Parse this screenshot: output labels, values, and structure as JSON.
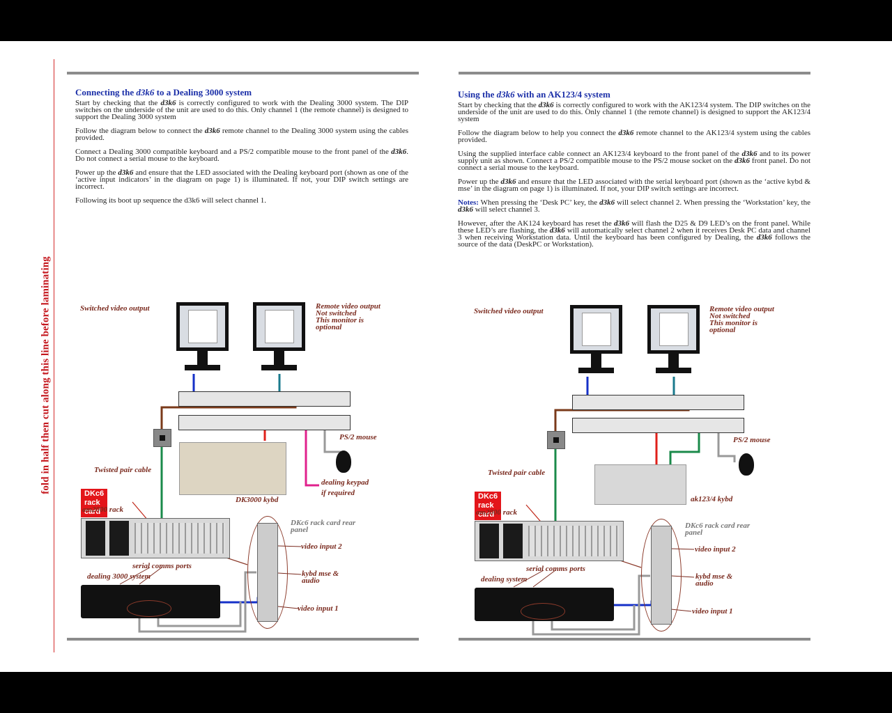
{
  "fold_instruction": "fold in half then cut along this line before laminating",
  "left": {
    "title_prefix": "Connecting the ",
    "title_em": "d3k6",
    "title_suffix": " to a Dealing 3000 system",
    "paragraphs": [
      [
        "Start by checking that the ",
        "d3k6",
        " is correctly configured to work with the Dealing 3000 system. The DIP switches on the underside of the unit are used to do this.  Only channel 1 (the remote channel) is designed to support the Dealing 3000 system"
      ],
      [
        "Follow the diagram below to connect the ",
        "d3k6",
        " remote channel to the Dealing 3000 system using the cables provided."
      ],
      [
        "Connect a Dealing 3000 compatible keyboard and a PS/2 compatible mouse to the front panel of the ",
        "d3k6",
        ". Do not connect a serial mouse to the keyboard."
      ],
      [
        "Power up the ",
        "d3k6",
        " and ensure that the LED associated with the Dealing keyboard port (shown as one of the ‘active input indicators’ in the diagram on page 1) is illuminated. If not, your DIP switch settings are incorrect."
      ],
      [
        "Following its boot up sequence the d3k6 will select channel 1.",
        "",
        ""
      ]
    ],
    "diagram": {
      "switched_video": "Switched video output",
      "remote_video": [
        "Remote video output",
        "Not switched",
        "This monitor is",
        "optional"
      ],
      "ps2_mouse": "PS/2  mouse",
      "twisted_pair": "Twisted pair cable",
      "rack_card_badge": "DKc6 rack card",
      "rack_label": "am2000 rack",
      "keyboard_label": "DK3000 kybd",
      "keypad_label": [
        "dealing keypad",
        "if required"
      ],
      "rear_panel": [
        "DKc6 rack card rear",
        "panel"
      ],
      "video_in_2": "video input 2",
      "kybd_mse": [
        "kybd  mse  &",
        "audio"
      ],
      "video_in_1": "video input 1",
      "serial_ports": "serial comms ports",
      "dealing_system": "dealing 3000 system"
    }
  },
  "right": {
    "title_prefix": "Using the ",
    "title_em": "d3k6",
    "title_suffix": " with an AK123/4 system",
    "paragraphs": [
      [
        "Start by checking that the ",
        "d3k6",
        " is correctly configured to work with the AK123/4 system. The DIP switches on the underside of the unit are used to do this.  Only channel 1 (the remote channel) is designed to support the AK123/4 system"
      ],
      [
        "Follow the diagram below to help you connect the ",
        "d3k6",
        " remote channel to the AK123/4 system using the cables provided."
      ],
      [
        "Using the supplied interface cable connect an AK123/4 keyboard to the front panel of the ",
        "d3k6",
        " and to its power supply unit as shown. Connect a PS/2 compatible mouse to the PS/2 mouse socket on the ",
        "d3k6",
        " front panel. Do not connect a serial mouse to the keyboard."
      ],
      [
        "Power up the ",
        "d3k6",
        " and ensure that the LED associated with the serial keyboard port (shown as the ‘active kybd & mse’ in the diagram on page 1) is illuminated. If not, your DIP switch settings are incorrect."
      ]
    ],
    "note_label": "Notes:",
    "note": [
      "  When pressing the ‘Desk PC’ key, the ",
      "d3k6",
      " will select channel 2. When pressing the ‘Workstation’ key, the ",
      "d3k6",
      " will select channel 3."
    ],
    "last_paragraph": [
      "However, after the AK124 keyboard has reset the ",
      "d3k6",
      " will flash the D25 & D9 LED’s on the front panel. While these LED’s are flashing, the ",
      "d3k6",
      " will automatically select channel 2 when it receives Desk PC data and channel 3 when receiving Workstation data. Until the keyboard has been configured by Dealing, the ",
      "d3k6",
      " follows the source of the data (DeskPC or Workstation)."
    ],
    "diagram": {
      "switched_video": "Switched video output",
      "remote_video": [
        "Remote video output",
        "Not switched",
        "This monitor is",
        "optional"
      ],
      "ps2_mouse": "PS/2  mouse",
      "twisted_pair": "Twisted pair cable",
      "rack_card_badge": "DKc6 rack card",
      "rack_label": "am2000 rack",
      "keyboard_label": "ak123/4 kybd",
      "rear_panel": [
        "DKc6 rack card rear",
        "panel"
      ],
      "video_in_2": "video input 2",
      "kybd_mse": [
        "kybd  mse  &",
        "audio"
      ],
      "video_in_1": "video input 1",
      "serial_ports": "serial comms ports",
      "dealing_system": "dealing system"
    }
  },
  "colors": {
    "heading": "#1b2fa8",
    "label": "#7a2a1e",
    "fold": "#c4161c",
    "badge": "#e3151a"
  }
}
